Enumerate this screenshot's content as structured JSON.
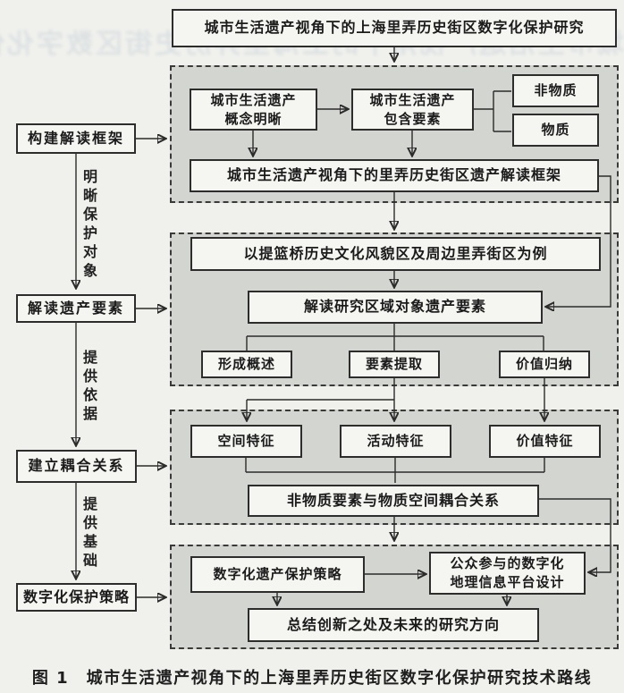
{
  "colors": {
    "paper": "#f0f1ed",
    "section_fill": "#d3d5d0",
    "box_fill": "#f5f5f2",
    "line": "#2b2b2b",
    "ghost_ink": "#3d5d8f"
  },
  "ghost_text": "城市生活遗产视角下的上海里弄历史街区数字化保护研究",
  "caption": "图 1　城市生活遗产视角下的上海里弄历史街区数字化保护研究技术路线",
  "flow": {
    "title": "城市生活遗产视角下的上海里弄历史街区数字化保护研究",
    "left_steps": [
      {
        "label": "构建解读框架"
      },
      {
        "label": "解读遗产要素"
      },
      {
        "label": "建立耦合关系"
      },
      {
        "label": "数字化保护策略"
      }
    ],
    "left_edge_labels": [
      {
        "label": "明晰保护对象"
      },
      {
        "label": "提供依据"
      },
      {
        "label": "提供基础"
      }
    ],
    "section1": {
      "concept": "城市生活遗产\n概念明晰",
      "elements": "城市生活遗产\n包含要素",
      "intangible": "非物质",
      "tangible": "物质",
      "frame": "城市生活遗产视角下的里弄历史街区遗产解读框架"
    },
    "section2": {
      "case": "以提篮桥历史文化风貌区及周边里弄街区为例",
      "interpret": "解读研究区域对象遗产要素",
      "overview": "形成概述",
      "extract": "要素提取",
      "induction": "价值归纳"
    },
    "section3": {
      "space": "空间特征",
      "activity": "活动特征",
      "value": "价值特征",
      "coupling": "非物质要素与物质空间耦合关系"
    },
    "section4": {
      "strategy": "数字化遗产保护策略",
      "platform": "公众参与的数字化\n地理信息平台设计",
      "summary": "总结创新之处及未来的研究方向"
    }
  }
}
